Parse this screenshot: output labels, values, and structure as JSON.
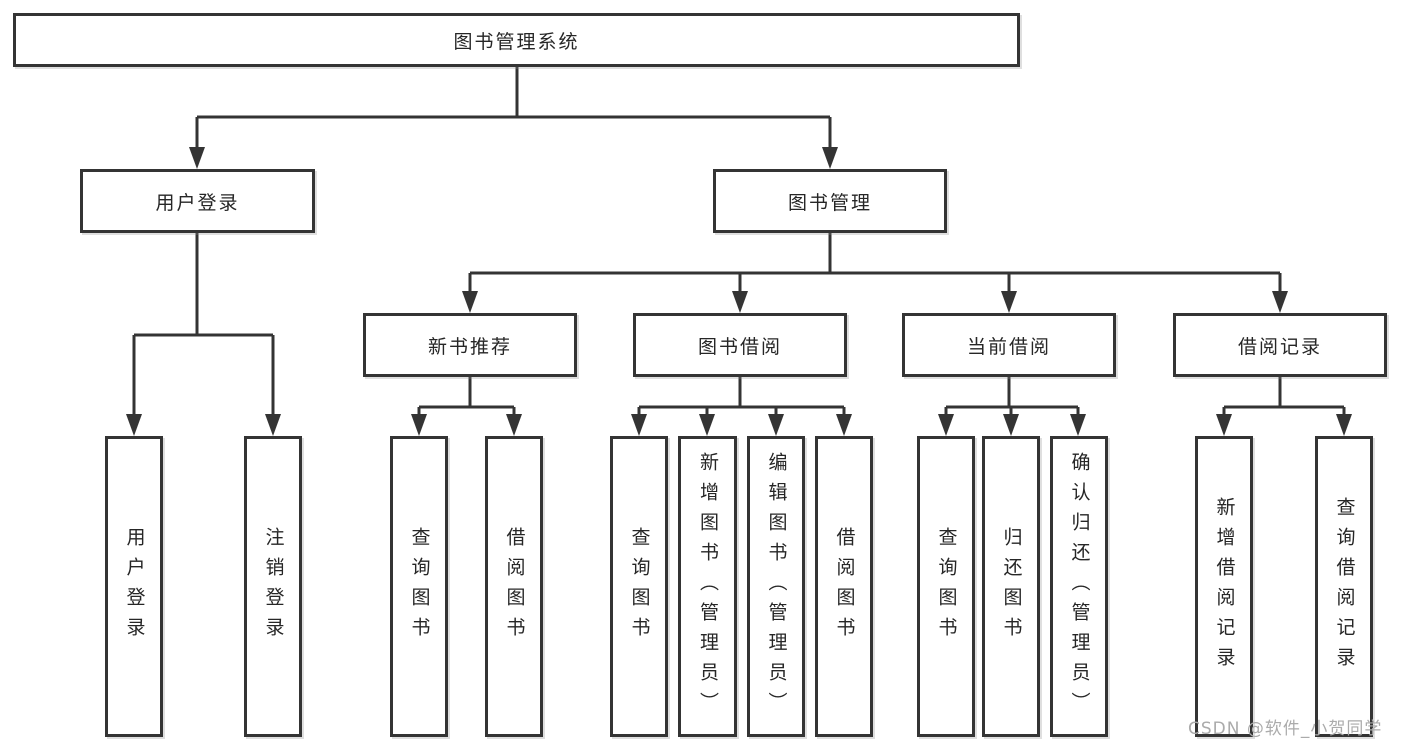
{
  "diagram_title": "图书管理系统",
  "nodes": {
    "root": "图书管理系统",
    "user_login": "用户登录",
    "book_mgmt": "图书管理",
    "new_book_rec": "新书推荐",
    "book_borrow": "图书借阅",
    "current_borrow": "当前借阅",
    "borrow_record": "借阅记录",
    "leaf_user_login": "用户登录",
    "leaf_logout": "注销登录",
    "leaf_rec_query": "查询图书",
    "leaf_rec_borrow": "借阅图书",
    "leaf_bb_query": "查询图书",
    "leaf_bb_add": "新增图书（管理员）",
    "leaf_bb_edit": "编辑图书（管理员）",
    "leaf_bb_borrow": "借阅图书",
    "leaf_cb_query": "查询图书",
    "leaf_cb_return": "归还图书",
    "leaf_cb_confirm": "确认归还（管理员）",
    "leaf_br_add": "新增借阅记录",
    "leaf_br_query": "查询借阅记录"
  },
  "hierarchy": {
    "root": "图书管理系统",
    "children": [
      {
        "label": "用户登录",
        "children": [
          "用户登录",
          "注销登录"
        ]
      },
      {
        "label": "图书管理",
        "children": [
          {
            "label": "新书推荐",
            "children": [
              "查询图书",
              "借阅图书"
            ]
          },
          {
            "label": "图书借阅",
            "children": [
              "查询图书",
              "新增图书（管理员）",
              "编辑图书（管理员）",
              "借阅图书"
            ]
          },
          {
            "label": "当前借阅",
            "children": [
              "查询图书",
              "归还图书",
              "确认归还（管理员）"
            ]
          },
          {
            "label": "借阅记录",
            "children": [
              "新增借阅记录",
              "查询借阅记录"
            ]
          }
        ]
      }
    ]
  },
  "watermark": "CSDN @软件_小贺同学",
  "colors": {
    "background": "#ffffff",
    "line": "#343434",
    "text": "#262626",
    "watermark": "#ababab"
  }
}
